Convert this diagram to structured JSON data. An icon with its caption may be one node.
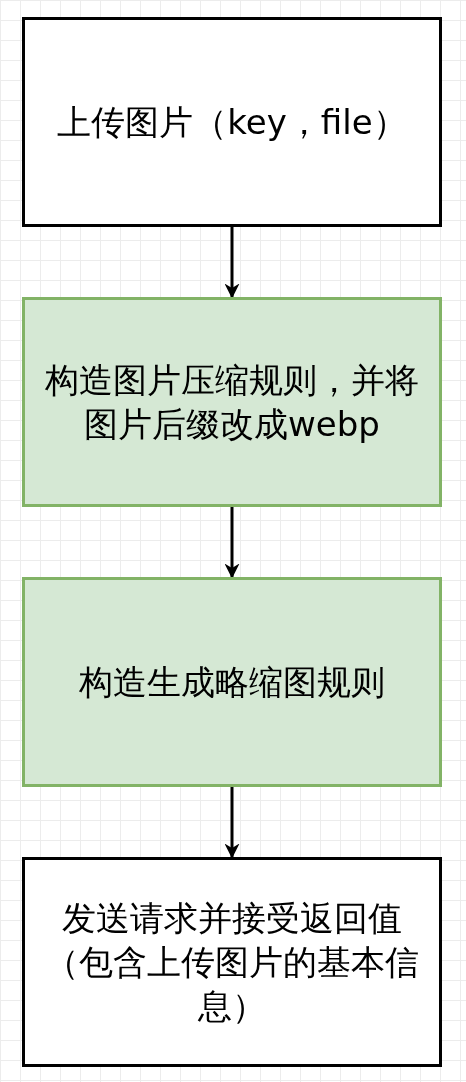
{
  "diagram": {
    "nodes": [
      {
        "text": [
          "上传图片（key，file）"
        ]
      },
      {
        "text": [
          "构造图片压缩规则，并将图片后缀改成webp"
        ]
      },
      {
        "text": [
          "构造生成略缩图规则"
        ]
      },
      {
        "text": [
          "发送请求并接受返回值（包含上传图片的基本信息）"
        ]
      }
    ],
    "edges": [
      {
        "from": 0,
        "to": 1,
        "arrow": "to"
      },
      {
        "from": 1,
        "to": 2,
        "arrow": "to"
      },
      {
        "from": 2,
        "to": 3,
        "arrow": "to"
      }
    ]
  }
}
